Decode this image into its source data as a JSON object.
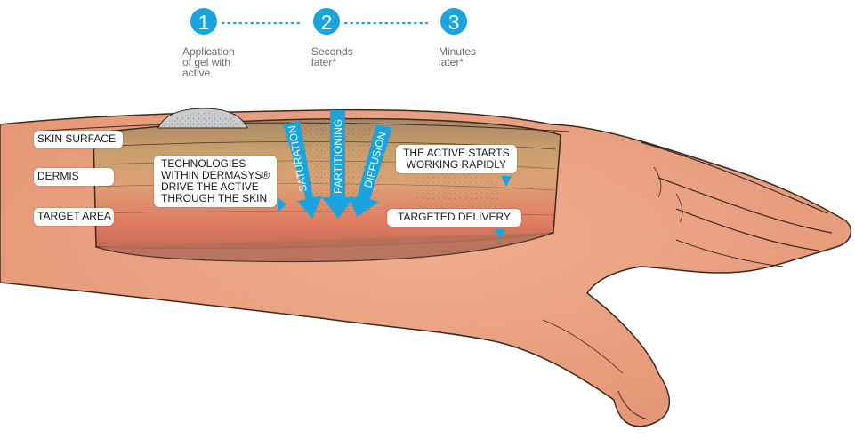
{
  "steps": [
    {
      "number": "1",
      "caption": "Application\nof gel with\nactive"
    },
    {
      "number": "2",
      "caption": "Seconds\nlater*"
    },
    {
      "number": "3",
      "caption": "Minutes\nlater*"
    }
  ],
  "layers": {
    "skin_surface": "SKIN SURFACE",
    "dermis": "DERMIS",
    "target_area": "TARGET AREA"
  },
  "callouts": {
    "technologies": "TECHNOLOGIES\nWITHIN DERMASYS®\nDRIVE THE ACTIVE\nTHROUGH THE SKIN",
    "active_starts": "THE ACTIVE STARTS\nWORKING RAPIDLY",
    "targeted_delivery": "TARGETED DELIVERY"
  },
  "arrows": {
    "saturation": "SATURATION",
    "partitioning": "PARTITIONING",
    "diffusion": "DIFFUSION"
  },
  "colors": {
    "accent": "#1aa3dc",
    "skin": "#e8a284",
    "dermis": "#c99a6a",
    "target": "#d97c62"
  }
}
